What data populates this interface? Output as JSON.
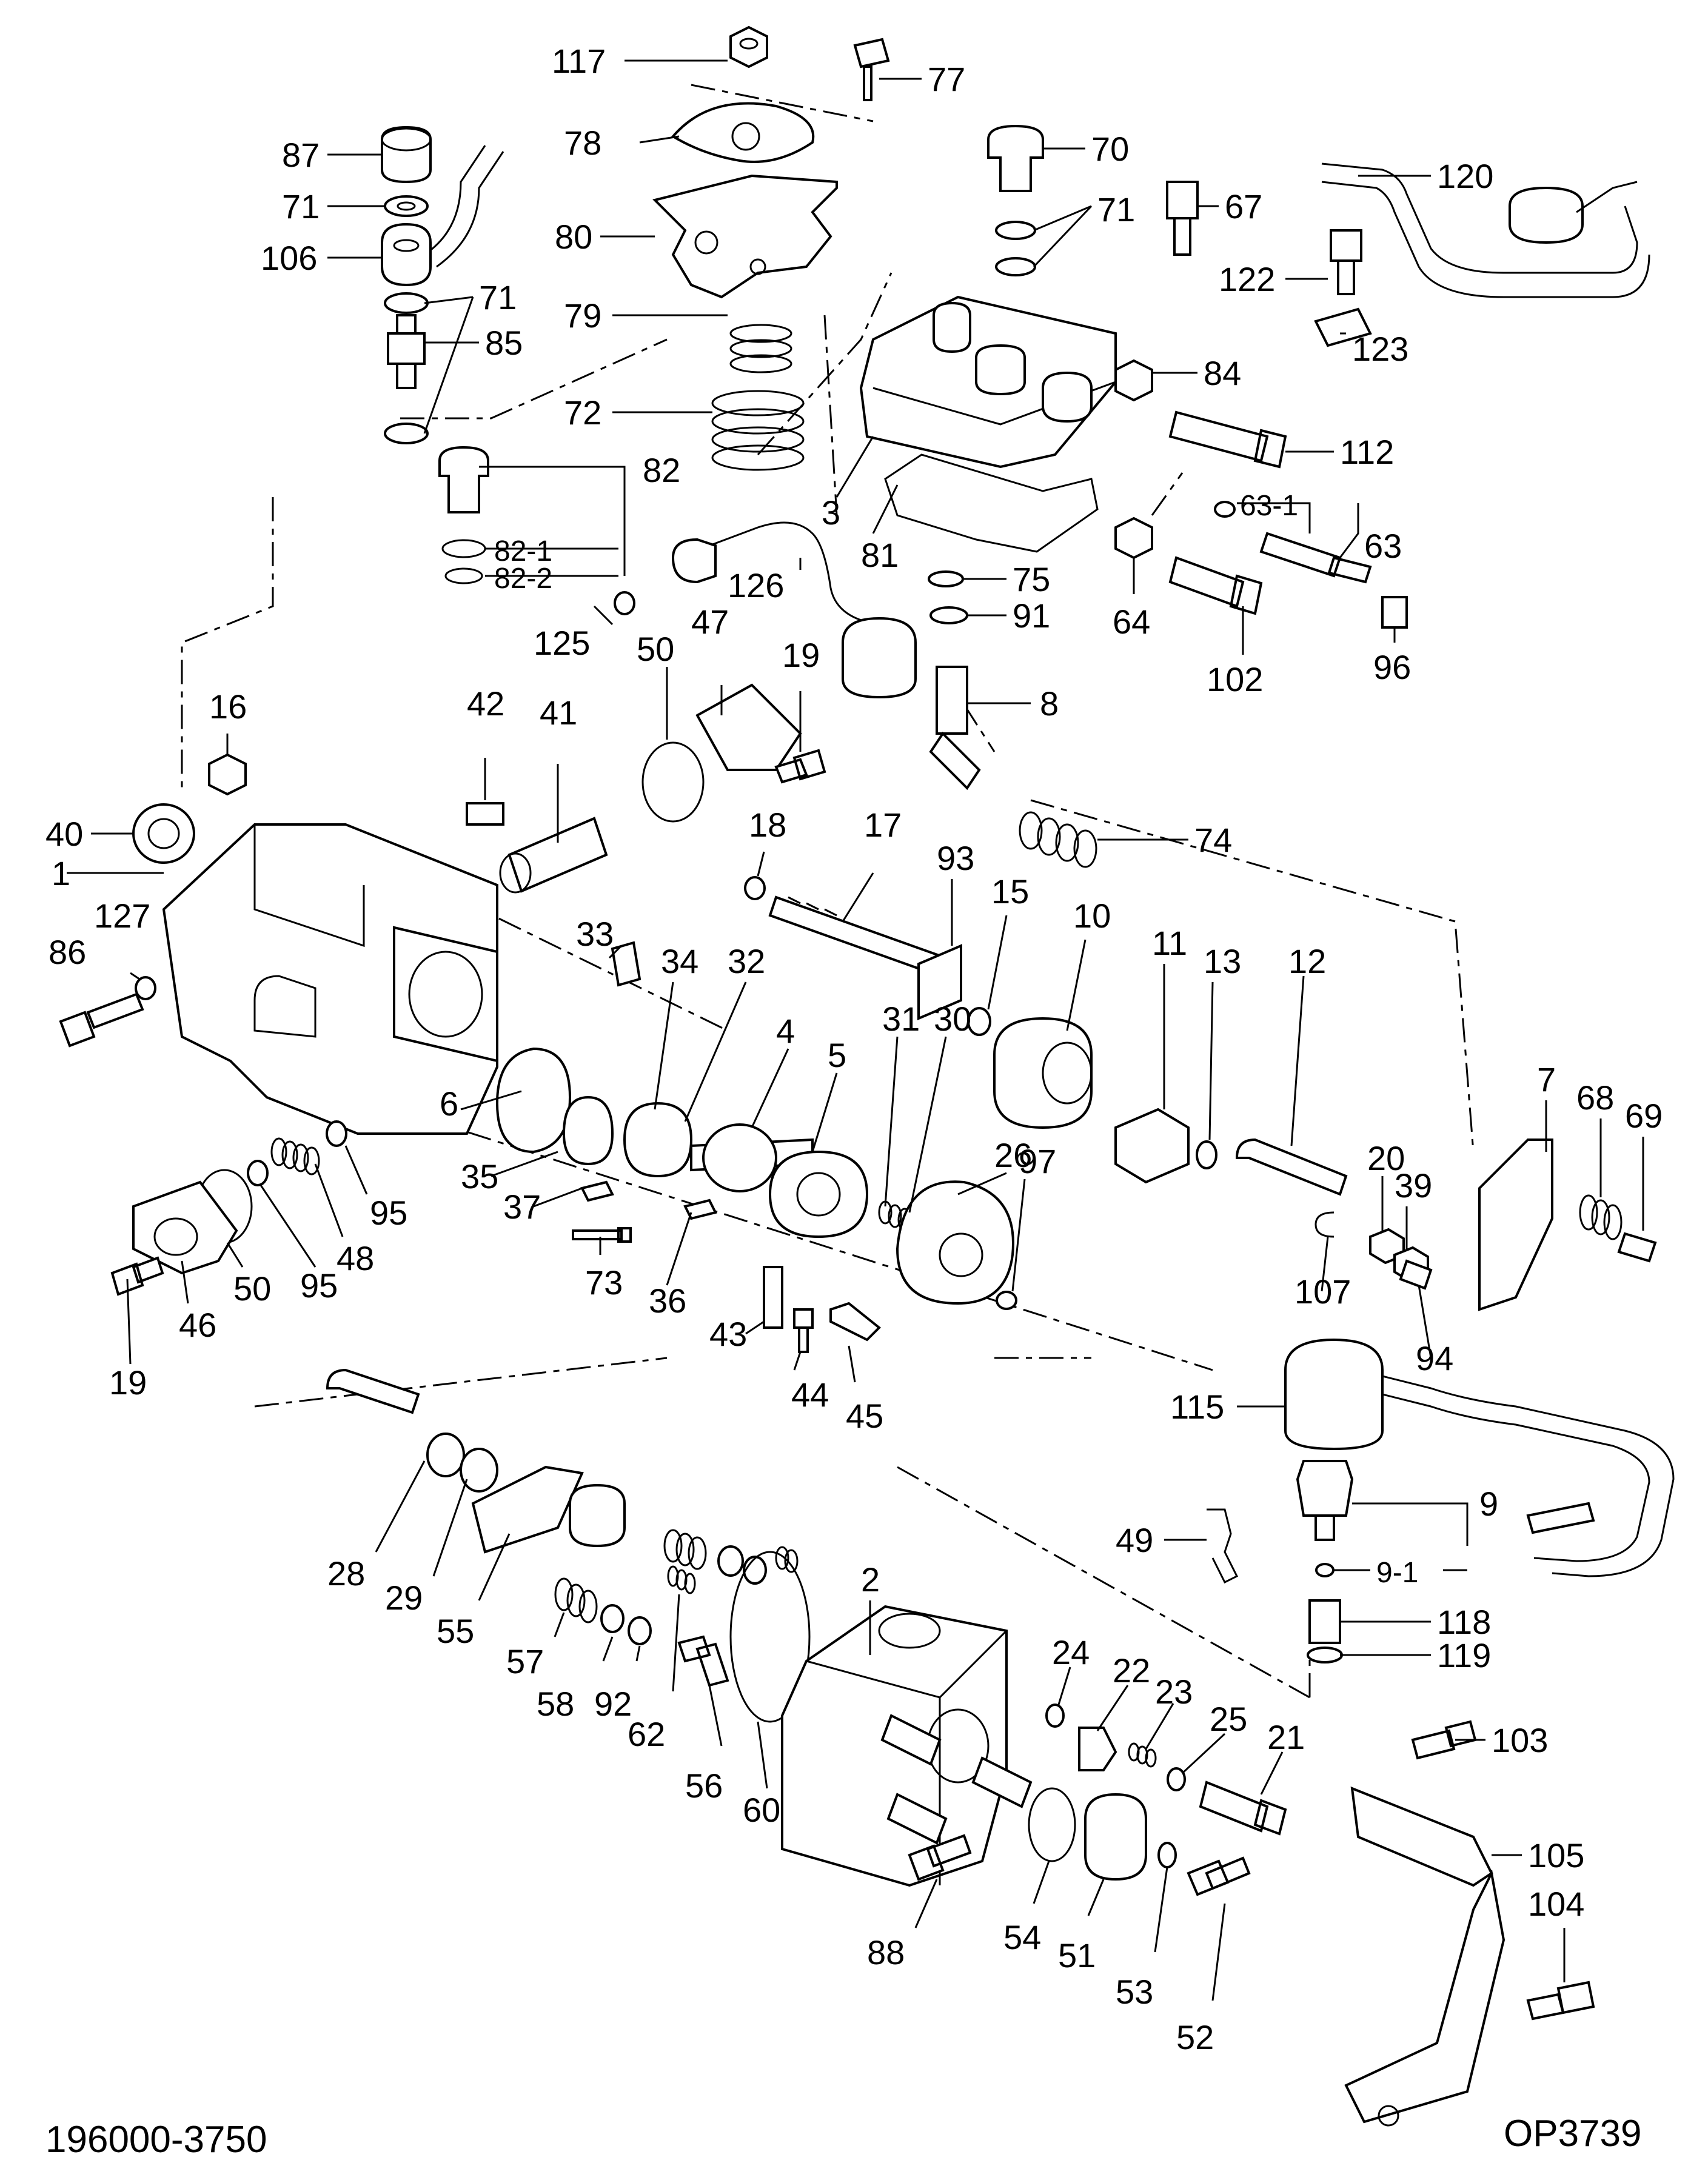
{
  "footer": {
    "assembly_number": "196000-3750",
    "figure_code": "OP3739"
  },
  "callouts": [
    {
      "id": "117"
    },
    {
      "id": "77"
    },
    {
      "id": "78"
    },
    {
      "id": "80"
    },
    {
      "id": "87"
    },
    {
      "id": "71"
    },
    {
      "id": "106"
    },
    {
      "id": "71b",
      "text": "71"
    },
    {
      "id": "85"
    },
    {
      "id": "82"
    },
    {
      "id": "82-1"
    },
    {
      "id": "82-2"
    },
    {
      "id": "79"
    },
    {
      "id": "72"
    },
    {
      "id": "70"
    },
    {
      "id": "71c",
      "text": "71"
    },
    {
      "id": "67"
    },
    {
      "id": "120"
    },
    {
      "id": "122"
    },
    {
      "id": "123"
    },
    {
      "id": "84"
    },
    {
      "id": "112"
    },
    {
      "id": "3"
    },
    {
      "id": "81"
    },
    {
      "id": "63-1"
    },
    {
      "id": "63"
    },
    {
      "id": "126"
    },
    {
      "id": "75"
    },
    {
      "id": "91"
    },
    {
      "id": "64"
    },
    {
      "id": "102"
    },
    {
      "id": "96"
    },
    {
      "id": "125"
    },
    {
      "id": "50"
    },
    {
      "id": "47"
    },
    {
      "id": "19"
    },
    {
      "id": "8"
    },
    {
      "id": "16"
    },
    {
      "id": "42"
    },
    {
      "id": "41"
    },
    {
      "id": "40"
    },
    {
      "id": "1"
    },
    {
      "id": "127"
    },
    {
      "id": "86"
    },
    {
      "id": "18"
    },
    {
      "id": "17"
    },
    {
      "id": "93"
    },
    {
      "id": "74"
    },
    {
      "id": "15"
    },
    {
      "id": "10"
    },
    {
      "id": "11"
    },
    {
      "id": "13"
    },
    {
      "id": "12"
    },
    {
      "id": "7"
    },
    {
      "id": "68"
    },
    {
      "id": "69"
    },
    {
      "id": "33"
    },
    {
      "id": "34"
    },
    {
      "id": "32"
    },
    {
      "id": "4"
    },
    {
      "id": "5"
    },
    {
      "id": "31"
    },
    {
      "id": "30"
    },
    {
      "id": "26"
    },
    {
      "id": "97"
    },
    {
      "id": "20"
    },
    {
      "id": "39"
    },
    {
      "id": "6"
    },
    {
      "id": "35"
    },
    {
      "id": "37"
    },
    {
      "id": "107"
    },
    {
      "id": "94"
    },
    {
      "id": "73"
    },
    {
      "id": "36"
    },
    {
      "id": "43"
    },
    {
      "id": "44"
    },
    {
      "id": "45"
    },
    {
      "id": "48"
    },
    {
      "id": "95"
    },
    {
      "id": "95b",
      "text": "95"
    },
    {
      "id": "50b",
      "text": "50"
    },
    {
      "id": "46"
    },
    {
      "id": "19b",
      "text": "19"
    },
    {
      "id": "115"
    },
    {
      "id": "2"
    },
    {
      "id": "9"
    },
    {
      "id": "9-1"
    },
    {
      "id": "49"
    },
    {
      "id": "118"
    },
    {
      "id": "119"
    },
    {
      "id": "28"
    },
    {
      "id": "29"
    },
    {
      "id": "55"
    },
    {
      "id": "57"
    },
    {
      "id": "58"
    },
    {
      "id": "92"
    },
    {
      "id": "62"
    },
    {
      "id": "56"
    },
    {
      "id": "60"
    },
    {
      "id": "24"
    },
    {
      "id": "22"
    },
    {
      "id": "23"
    },
    {
      "id": "25"
    },
    {
      "id": "21"
    },
    {
      "id": "103"
    },
    {
      "id": "105"
    },
    {
      "id": "54"
    },
    {
      "id": "51"
    },
    {
      "id": "53"
    },
    {
      "id": "52"
    },
    {
      "id": "88"
    },
    {
      "id": "104"
    }
  ]
}
